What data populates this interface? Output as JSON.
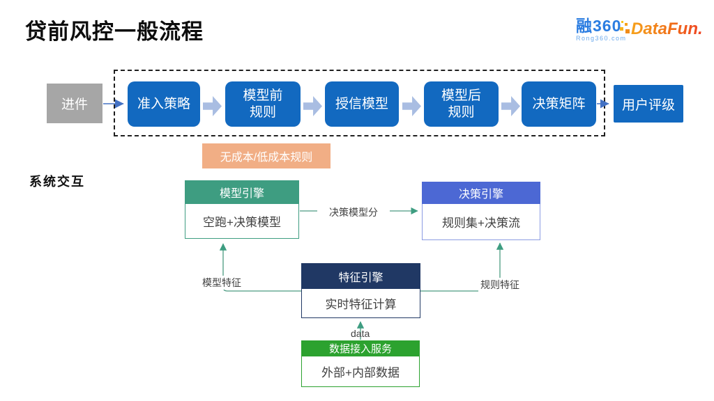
{
  "title": "贷前风控一般流程",
  "logos": {
    "rong360": {
      "name": "融360",
      "domain": "Rong360.com"
    },
    "datafun": {
      "name": "DataFun."
    }
  },
  "top_flow": {
    "entry": "进件",
    "steps": [
      "准入策略",
      "模型前\n规则",
      "授信模型",
      "模型后\n规则",
      "决策矩阵"
    ],
    "result": "用户评级",
    "note": "无成本/低成本规则"
  },
  "section_label": "系统交互",
  "engines": {
    "model": {
      "title": "模型引擎",
      "body": "空跑+决策模型"
    },
    "decision": {
      "title": "决策引擎",
      "body": "规则集+决策流"
    },
    "feature": {
      "title": "特征引擎",
      "body": "实时特征计算"
    },
    "data_service": {
      "title": "数据接入服务",
      "body": "外部+内部数据"
    }
  },
  "edge_labels": {
    "model_score": "决策模型分",
    "model_features": "模型特征",
    "rule_features": "规则特征",
    "data": "data"
  },
  "colors": {
    "step_blue": "#1269c0",
    "flow_arrow_blue": "#a9bde2",
    "entry_gray": "#a6a6a6",
    "note_orange": "#f1ae85",
    "model_green": "#3e9d81",
    "decision_indigo": "#4c68d4",
    "feature_navy": "#203864",
    "data_green": "#2ca22f",
    "connector_teal": "#4a9b80",
    "line_blue": "#4472c4"
  }
}
